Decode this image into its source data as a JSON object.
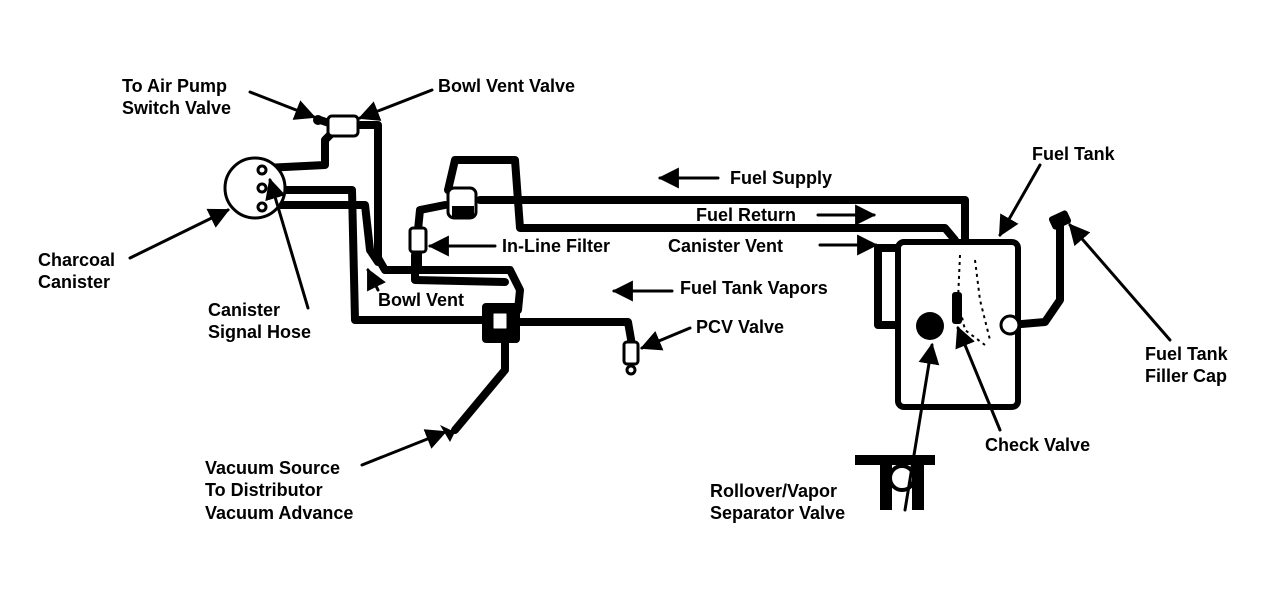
{
  "labels": {
    "air_pump": [
      "To Air Pump",
      "Switch Valve"
    ],
    "bowl_vent_valve": "Bowl Vent Valve",
    "fuel_tank": "Fuel Tank",
    "fuel_supply": "Fuel Supply",
    "fuel_return": "Fuel Return",
    "in_line_filter": "In-Line Filter",
    "canister_vent": "Canister Vent",
    "charcoal_canister": [
      "Charcoal",
      "Canister"
    ],
    "canister_signal_hose": [
      "Canister",
      "Signal Hose"
    ],
    "bowl_vent": "Bowl Vent",
    "fuel_tank_vapors": "Fuel Tank Vapors",
    "pcv_valve": "PCV Valve",
    "fuel_tank_filler_cap": [
      "Fuel Tank",
      "Filler Cap"
    ],
    "check_valve": "Check Valve",
    "vacuum_source": [
      "Vacuum Source",
      "To Distributor",
      "Vacuum Advance"
    ],
    "rollover_valve": [
      "Rollover/Vapor",
      "Separator Valve"
    ]
  },
  "colors": {
    "ink": "#000000",
    "paper": "#ffffff"
  }
}
